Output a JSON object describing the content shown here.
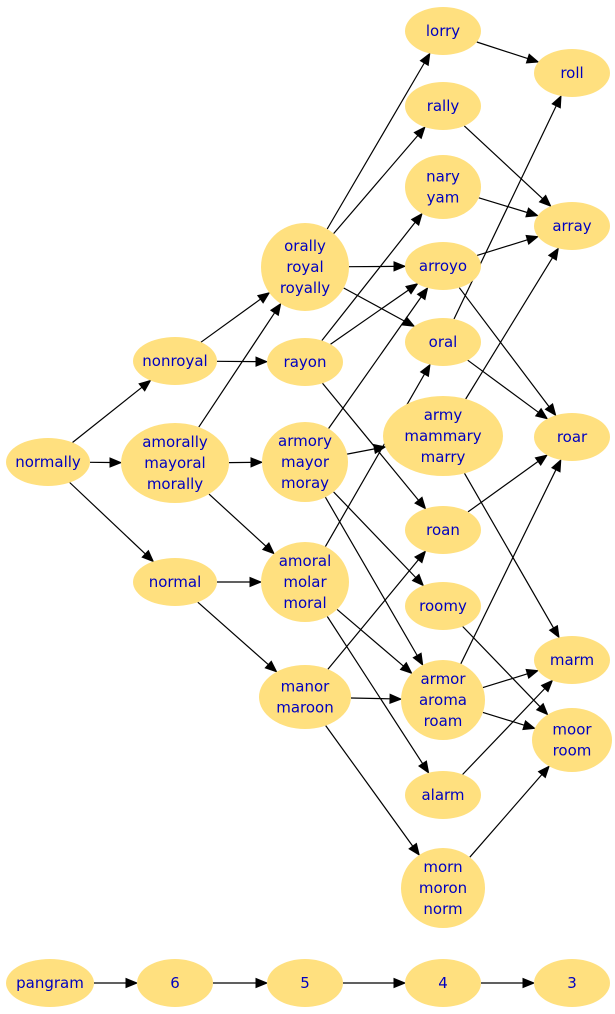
{
  "diagram": {
    "nodes": [
      {
        "id": "normally",
        "lines": [
          "normally"
        ]
      },
      {
        "id": "nonroyal",
        "lines": [
          "nonroyal"
        ]
      },
      {
        "id": "amorally",
        "lines": [
          "amorally",
          "mayoral",
          "morally"
        ]
      },
      {
        "id": "normal",
        "lines": [
          "normal"
        ]
      },
      {
        "id": "orally",
        "lines": [
          "orally",
          "royal",
          "royally"
        ]
      },
      {
        "id": "rayon",
        "lines": [
          "rayon"
        ]
      },
      {
        "id": "armory",
        "lines": [
          "armory",
          "mayor",
          "moray"
        ]
      },
      {
        "id": "amoral",
        "lines": [
          "amoral",
          "molar",
          "moral"
        ]
      },
      {
        "id": "manor",
        "lines": [
          "manor",
          "maroon"
        ]
      },
      {
        "id": "lorry",
        "lines": [
          "lorry"
        ]
      },
      {
        "id": "rally",
        "lines": [
          "rally"
        ]
      },
      {
        "id": "nary",
        "lines": [
          "nary",
          "yam"
        ]
      },
      {
        "id": "arroyo",
        "lines": [
          "arroyo"
        ]
      },
      {
        "id": "oral",
        "lines": [
          "oral"
        ]
      },
      {
        "id": "army",
        "lines": [
          "army",
          "mammary",
          "marry"
        ]
      },
      {
        "id": "roan",
        "lines": [
          "roan"
        ]
      },
      {
        "id": "roomy",
        "lines": [
          "roomy"
        ]
      },
      {
        "id": "armor",
        "lines": [
          "armor",
          "aroma",
          "roam"
        ]
      },
      {
        "id": "alarm",
        "lines": [
          "alarm"
        ]
      },
      {
        "id": "morn",
        "lines": [
          "morn",
          "moron",
          "norm"
        ]
      },
      {
        "id": "roll",
        "lines": [
          "roll"
        ]
      },
      {
        "id": "array",
        "lines": [
          "array"
        ]
      },
      {
        "id": "roar",
        "lines": [
          "roar"
        ]
      },
      {
        "id": "marm",
        "lines": [
          "marm"
        ]
      },
      {
        "id": "moor",
        "lines": [
          "moor",
          "room"
        ]
      },
      {
        "id": "pangram",
        "lines": [
          "pangram"
        ]
      },
      {
        "id": "n6",
        "lines": [
          "6"
        ]
      },
      {
        "id": "n5",
        "lines": [
          "5"
        ]
      },
      {
        "id": "n4",
        "lines": [
          "4"
        ]
      },
      {
        "id": "n3",
        "lines": [
          "3"
        ]
      }
    ],
    "edges": [
      [
        "normally",
        "nonroyal"
      ],
      [
        "normally",
        "amorally"
      ],
      [
        "normally",
        "normal"
      ],
      [
        "nonroyal",
        "orally"
      ],
      [
        "nonroyal",
        "rayon"
      ],
      [
        "amorally",
        "orally"
      ],
      [
        "amorally",
        "armory"
      ],
      [
        "amorally",
        "amoral"
      ],
      [
        "normal",
        "amoral"
      ],
      [
        "normal",
        "manor"
      ],
      [
        "orally",
        "lorry"
      ],
      [
        "orally",
        "rally"
      ],
      [
        "orally",
        "arroyo"
      ],
      [
        "orally",
        "oral"
      ],
      [
        "rayon",
        "nary"
      ],
      [
        "rayon",
        "arroyo"
      ],
      [
        "rayon",
        "roan"
      ],
      [
        "armory",
        "arroyo"
      ],
      [
        "armory",
        "army"
      ],
      [
        "armory",
        "roomy"
      ],
      [
        "armory",
        "armor"
      ],
      [
        "amoral",
        "oral"
      ],
      [
        "amoral",
        "armor"
      ],
      [
        "amoral",
        "alarm"
      ],
      [
        "manor",
        "roan"
      ],
      [
        "manor",
        "armor"
      ],
      [
        "manor",
        "morn"
      ],
      [
        "lorry",
        "roll"
      ],
      [
        "rally",
        "array"
      ],
      [
        "nary",
        "array"
      ],
      [
        "arroyo",
        "array"
      ],
      [
        "arroyo",
        "roar"
      ],
      [
        "oral",
        "roll"
      ],
      [
        "oral",
        "roar"
      ],
      [
        "army",
        "array"
      ],
      [
        "army",
        "marm"
      ],
      [
        "roan",
        "roar"
      ],
      [
        "roomy",
        "moor"
      ],
      [
        "armor",
        "roar"
      ],
      [
        "armor",
        "marm"
      ],
      [
        "armor",
        "moor"
      ],
      [
        "alarm",
        "marm"
      ],
      [
        "morn",
        "moor"
      ],
      [
        "pangram",
        "n6"
      ],
      [
        "n6",
        "n5"
      ],
      [
        "n5",
        "n4"
      ],
      [
        "n4",
        "n3"
      ]
    ]
  }
}
